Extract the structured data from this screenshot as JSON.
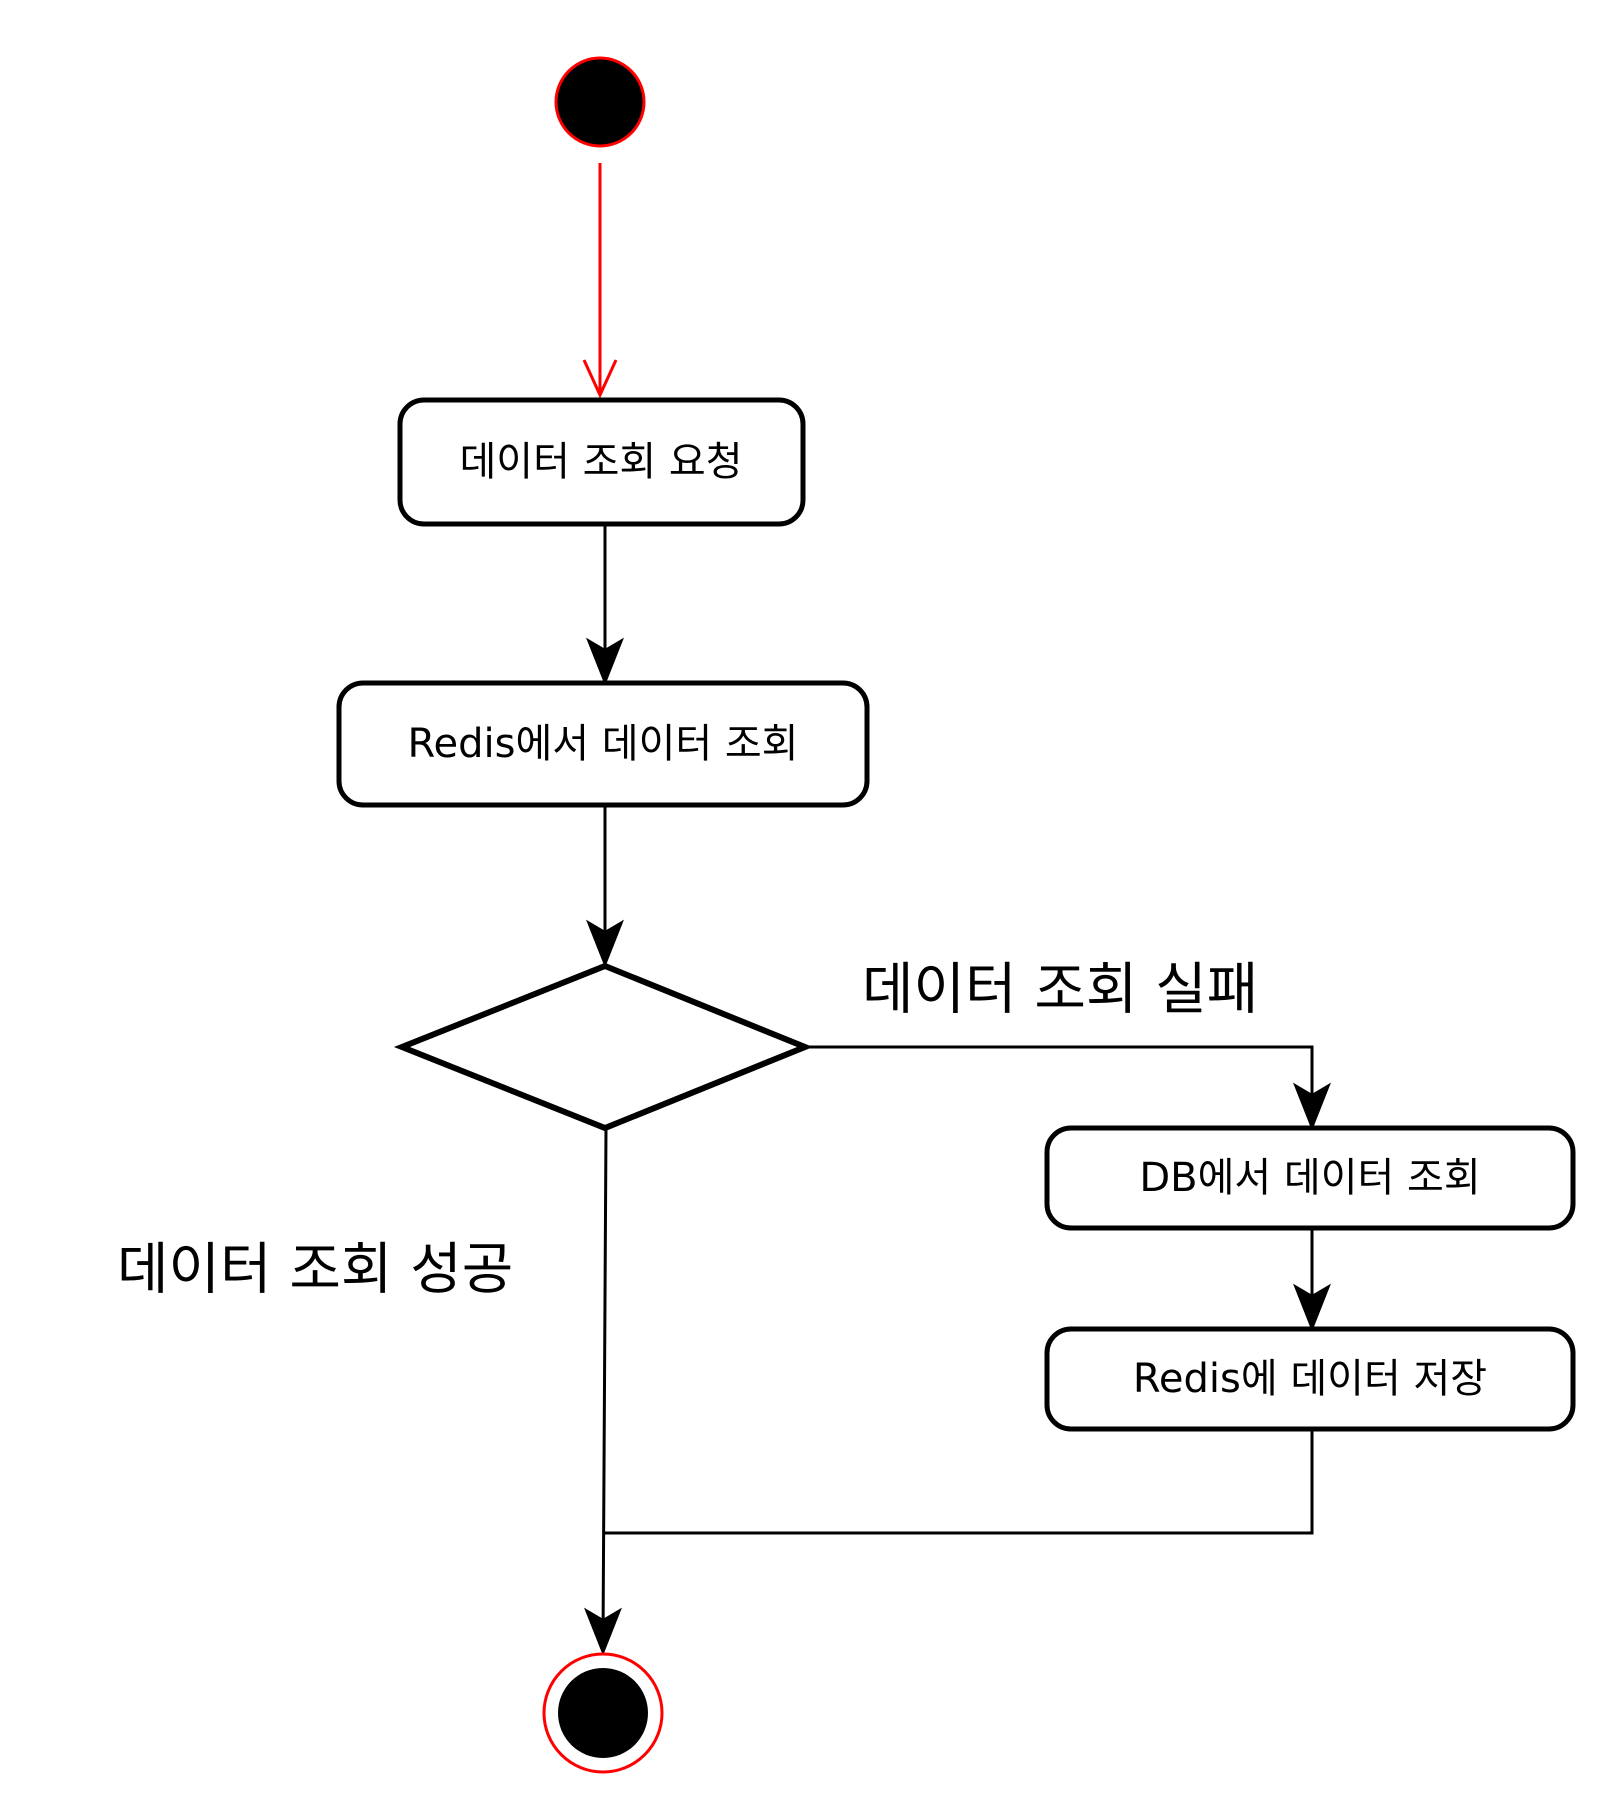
{
  "colors": {
    "initial_node_fill": "#000000",
    "initial_node_stroke": "#ff0000",
    "initial_edge": "#ff0000",
    "final_node_ring": "#ff0000",
    "final_node_fill": "#000000",
    "edge": "#000000"
  },
  "nodes": {
    "request": {
      "label": "데이터 조회 요청"
    },
    "redis_lookup": {
      "label": "Redis에서 데이터 조회"
    },
    "db_lookup": {
      "label": "DB에서 데이터 조회"
    },
    "redis_store": {
      "label": "Redis에 데이터 저장"
    }
  },
  "edges": {
    "failure_label": "데이터 조회 실패",
    "success_label": "데이터 조회 성공"
  }
}
